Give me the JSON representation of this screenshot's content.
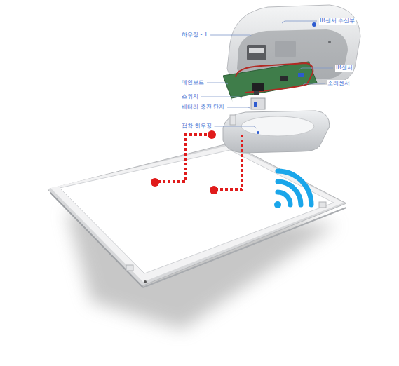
{
  "diagram": {
    "labels": [
      "IR센서 수신부",
      "하우징 - 1",
      "IR센서",
      "메인보드",
      "소리센서",
      "스위치",
      "배터리 충전 단자",
      "접착 하우징"
    ]
  }
}
